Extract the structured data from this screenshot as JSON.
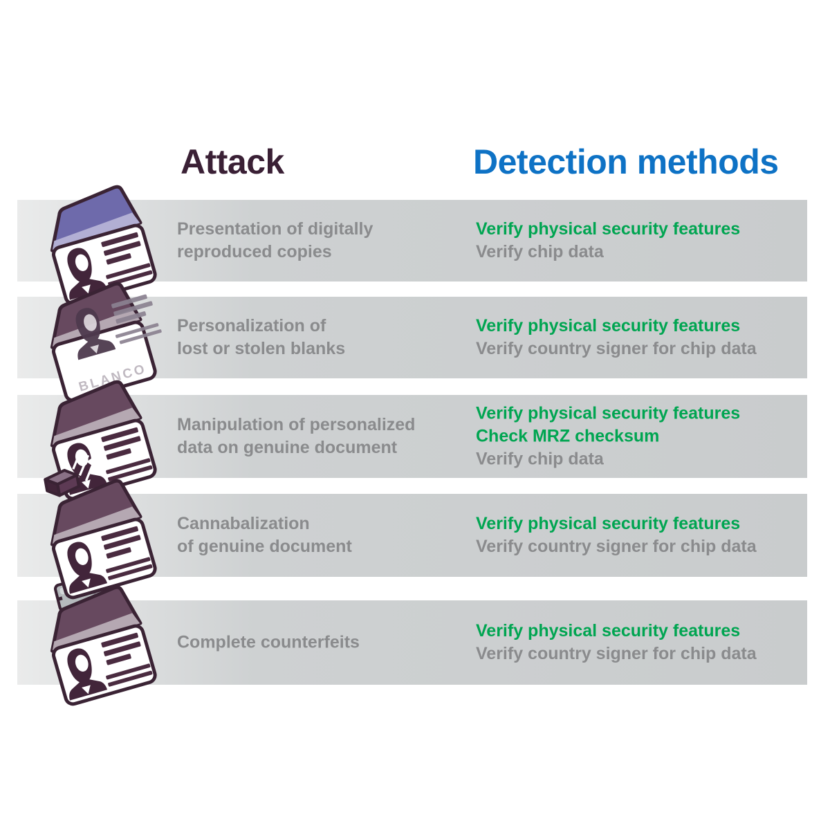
{
  "header": {
    "attack": "Attack",
    "detection": "Detection methods"
  },
  "colors": {
    "attack_heading": "#3a2035",
    "detection_heading": "#0e72c5",
    "method_highlight_green": "#00a551",
    "body_gray": "#8a8b8d",
    "band_gradient_left": "#eaebeb",
    "band_gradient_right": "#c9cccd",
    "icon_outline": "#3a2334",
    "icon_flap_purple": "#6e6aab",
    "icon_flap_plum": "#67495f"
  },
  "rows": [
    {
      "icon": "digital-copy-id-card-icon",
      "attack": [
        "Presentation of digitally",
        "reproduced copies"
      ],
      "methods": [
        {
          "text": "Verify physical security features",
          "highlight": true
        },
        {
          "text": "Verify chip data",
          "highlight": false
        }
      ]
    },
    {
      "icon": "blank-document-id-card-icon",
      "watermark": "BLANCO",
      "attack": [
        "Personalization of",
        "lost or stolen blanks"
      ],
      "methods": [
        {
          "text": "Verify physical security features",
          "highlight": true
        },
        {
          "text": "Verify country signer for chip data",
          "highlight": false
        }
      ]
    },
    {
      "icon": "manipulated-id-card-eraser-icon",
      "attack": [
        "Manipulation of personalized",
        "data on genuine document"
      ],
      "methods": [
        {
          "text": "Verify physical security features",
          "highlight": true
        },
        {
          "text": "Check MRZ checksum",
          "highlight": true
        },
        {
          "text": "Verify chip data",
          "highlight": false
        }
      ]
    },
    {
      "icon": "cannibalized-id-card-razor-blade-icon",
      "attack": [
        "Cannabalization",
        "of genuine document"
      ],
      "methods": [
        {
          "text": "Verify physical security features",
          "highlight": true
        },
        {
          "text": "Verify country signer for chip data",
          "highlight": false
        }
      ]
    },
    {
      "icon": "counterfeit-id-card-icon",
      "attack": [
        "Complete counterfeits"
      ],
      "methods": [
        {
          "text": "Verify physical security features",
          "highlight": true
        },
        {
          "text": "Verify country signer for chip data",
          "highlight": false
        }
      ]
    }
  ]
}
